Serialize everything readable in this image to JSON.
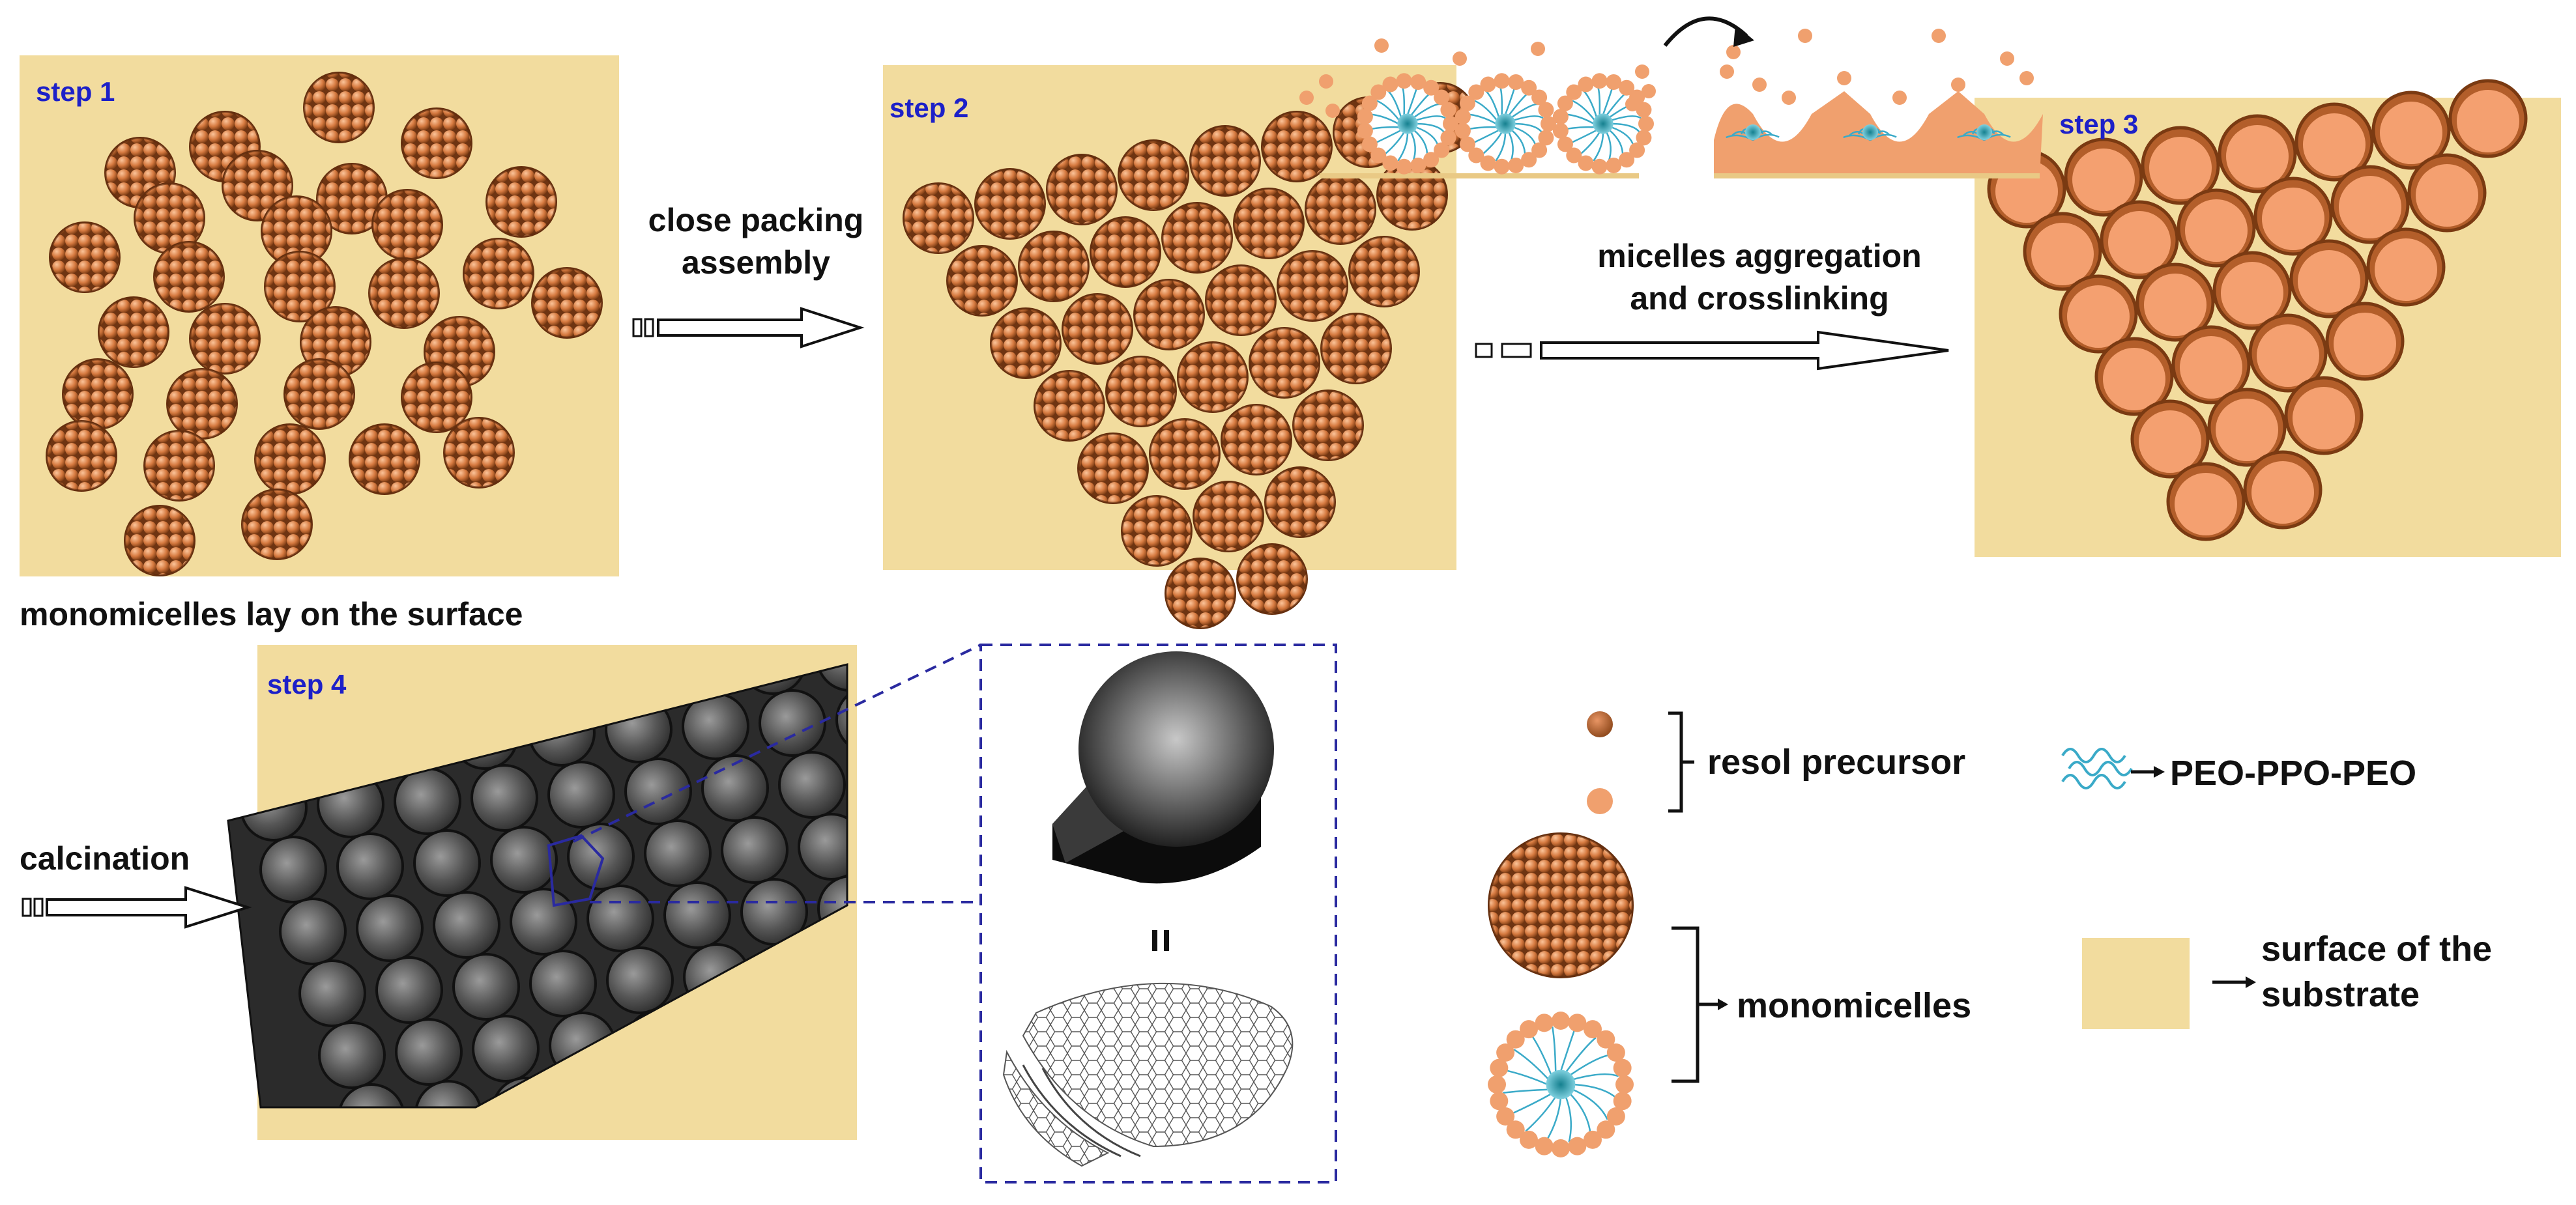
{
  "steps": {
    "s1": "step 1",
    "s2": "step 2",
    "s3": "step 3",
    "s4": "step 4"
  },
  "arrows": {
    "a1_line1": "close packing",
    "a1_line2": "assembly",
    "a2_line1": "micelles aggregation",
    "a2_line2": "and crosslinking",
    "a3": "calcination"
  },
  "captions": {
    "step1": "monomicelles lay on the surface"
  },
  "legend": {
    "resol": "resol precursor",
    "peo": "PEO-PPO-PEO",
    "monomicelles": "monomicelles",
    "surface_line1": "surface of the",
    "surface_line2": "substrate"
  },
  "colors": {
    "substrate": "#f2dc9e",
    "micelle": "#c8703a",
    "precursor": "#f0a06e",
    "polymer": "#3aaac8",
    "pore_dark": "#2a2a2a",
    "step_label": "#1d20c8",
    "zoom_box": "#2a2aa0"
  },
  "icons": {
    "cycle": "curved-arrow-icon",
    "equals": "equals-sign-icon"
  }
}
